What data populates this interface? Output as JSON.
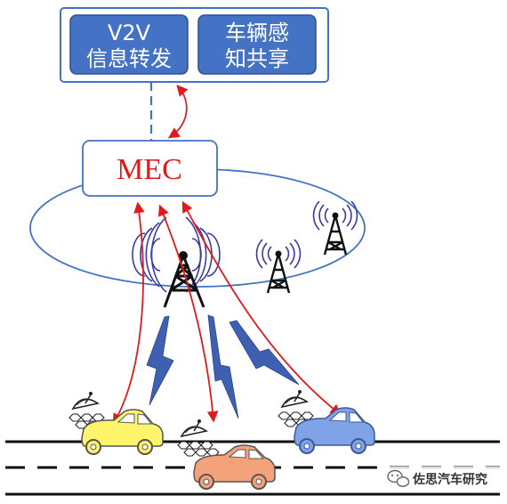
{
  "services": [
    {
      "line1": "V2V",
      "line2": "信息转发"
    },
    {
      "line1": "车辆感",
      "line2": "知共享"
    }
  ],
  "mec": {
    "label": "MEC"
  },
  "watermark": {
    "text": "佐思汽车研究"
  },
  "colors": {
    "service_fill": "#4472c4",
    "service_border": "#2e4f8f",
    "arrow": "#e31a1c",
    "lightning": "#3f5fb0",
    "antenna_wave": "#3a3aa8",
    "car_yellow": "#fef56a",
    "car_orange": "#f4a27a",
    "car_blue": "#7fa3e6"
  }
}
